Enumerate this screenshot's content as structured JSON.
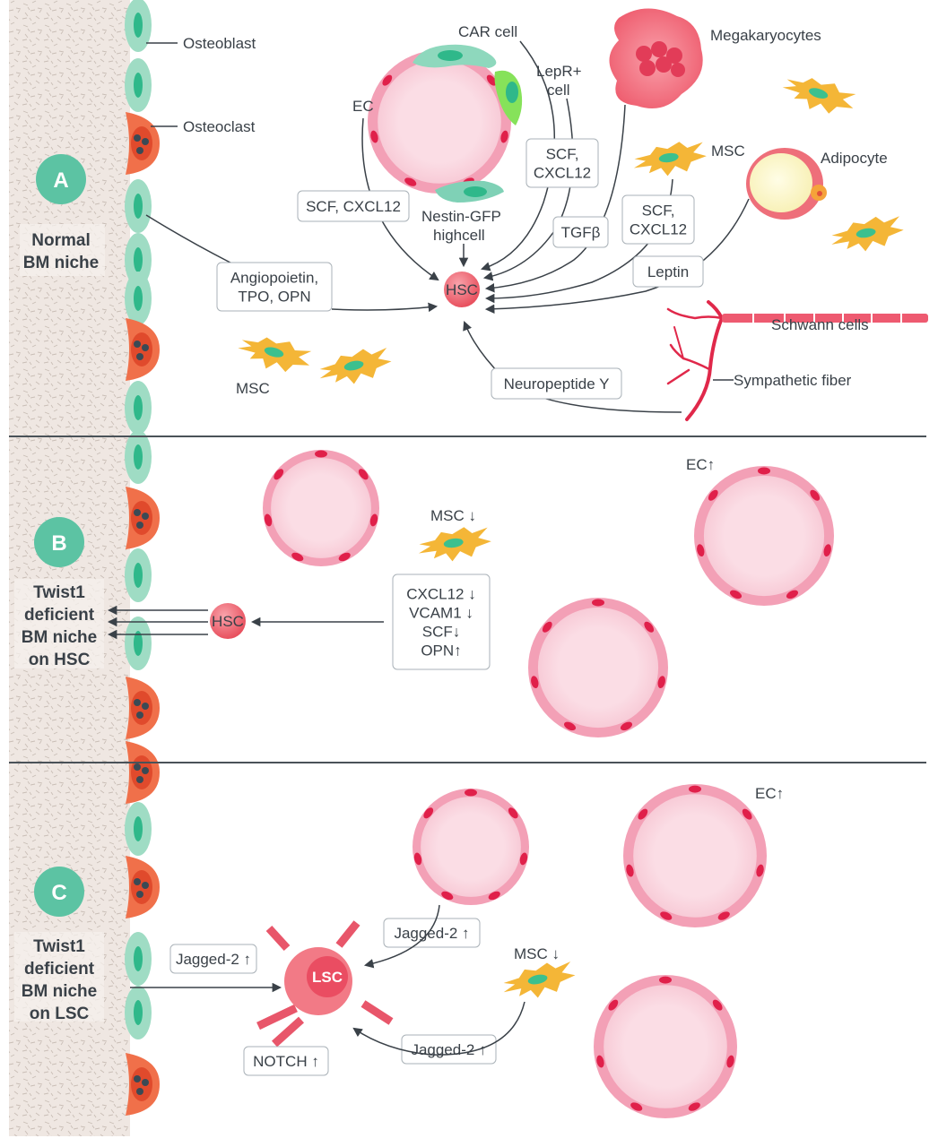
{
  "colors": {
    "bone": "#efe7e2",
    "osteoblast": "#9fdcc4",
    "osteoblast_nucleus": "#2fb88a",
    "osteoclast": "#f0704a",
    "vessel_wall": "#f3a0b6",
    "vessel_lumen": "#fbdbe4",
    "vessel_nucleus": "#e0204a",
    "msc": "#f4b637",
    "msc_nucleus": "#3cc08e",
    "hsc": "#f06c78",
    "nerve": "#e0284a",
    "badge": "#5cc3a3",
    "line": "#3a4148",
    "box_border": "#aab2b8",
    "divider": "#4a5258"
  },
  "panels": [
    {
      "id": "A",
      "badge": "A",
      "title_lines": [
        "Normal",
        "BM niche"
      ],
      "labels": {
        "osteoblast": "Osteoblast",
        "osteoclast": "Osteoclast",
        "car_cell": "CAR cell",
        "lepr_cell_1": "LepR+",
        "lepr_cell_2": "cell",
        "ec": "EC",
        "nestin_1": "Nestin-GFP",
        "nestin_2": "highcell",
        "megakaryocytes": "Megakaryocytes",
        "msc_right": "MSC",
        "adipocyte": "Adipocyte",
        "msc_left": "MSC",
        "schwann": "Schwann cells",
        "sympathetic": "Sympathetic fiber",
        "hsc": "HSC"
      },
      "boxes": {
        "scf_cxcl12_ec": [
          "SCF, CXCL12"
        ],
        "scf_cxcl12_lepr": [
          "SCF,",
          "CXCL12"
        ],
        "tgfb": [
          "TGFβ"
        ],
        "scf_cxcl12_msc": [
          "SCF,",
          "CXCL12"
        ],
        "leptin": [
          "Leptin"
        ],
        "angiopoietin": [
          "Angiopoietin,",
          "TPO, OPN"
        ],
        "npy": [
          "Neuropeptide Y"
        ]
      }
    },
    {
      "id": "B",
      "badge": "B",
      "title_lines": [
        "Twist1",
        "deficient",
        "BM niche",
        "on HSC"
      ],
      "labels": {
        "msc": "MSC ↓",
        "ec": "EC↑",
        "hsc": "HSC"
      },
      "boxes": {
        "factors": [
          "CXCL12 ↓",
          "VCAM1 ↓",
          "SCF↓",
          "OPN↑"
        ]
      }
    },
    {
      "id": "C",
      "badge": "C",
      "title_lines": [
        "Twist1",
        "deficient",
        "BM niche",
        "on LSC"
      ],
      "labels": {
        "msc": "MSC ↓",
        "ec": "EC↑",
        "lsc": "LSC"
      },
      "boxes": {
        "jagged_osteo": [
          "Jagged-2 ↑"
        ],
        "jagged_vessel": [
          "Jagged-2 ↑"
        ],
        "jagged_msc": [
          "Jagged-2 ↑"
        ],
        "notch": [
          "NOTCH ↑"
        ]
      }
    }
  ]
}
